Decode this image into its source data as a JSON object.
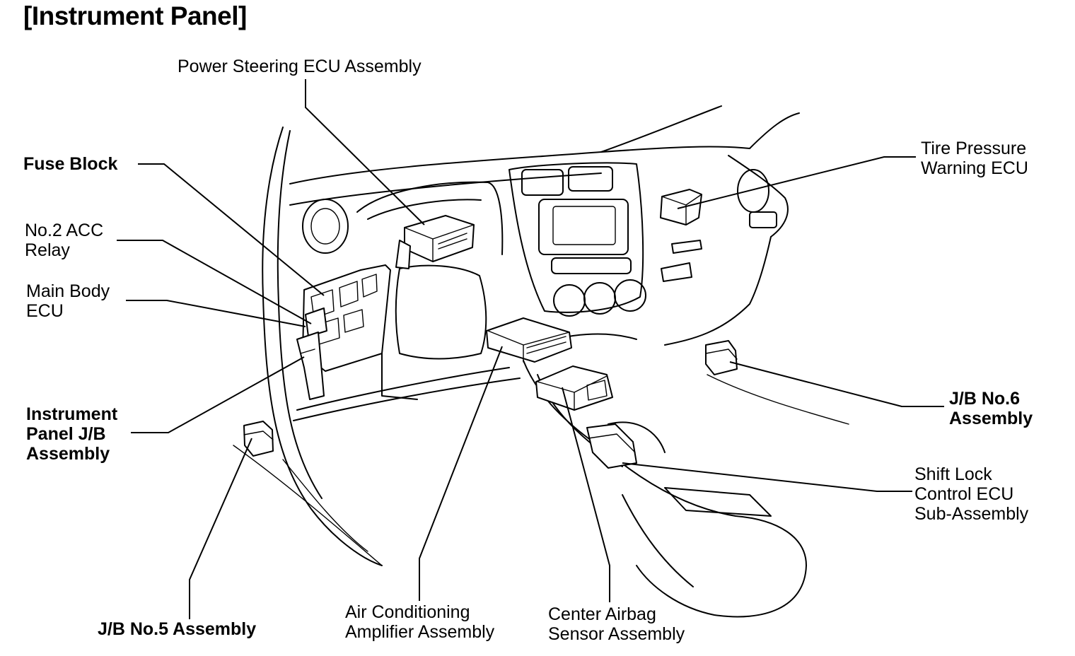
{
  "title": "[Instrument Panel]",
  "labels": {
    "power_steering": [
      "Power Steering ECU Assembly"
    ],
    "fuse_block": [
      "Fuse Block"
    ],
    "acc_relay": [
      "No.2 ACC",
      "Relay"
    ],
    "main_body_ecu": [
      "Main Body",
      "ECU"
    ],
    "instrument_panel_jb": [
      "Instrument",
      "Panel J/B",
      "Assembly"
    ],
    "jb5": [
      "J/B No.5 Assembly"
    ],
    "air_conditioning": [
      "Air Conditioning",
      "Amplifier Assembly"
    ],
    "center_airbag": [
      "Center Airbag",
      "Sensor Assembly"
    ],
    "tire_pressure": [
      "Tire Pressure",
      "Warning ECU"
    ],
    "jb6": [
      "J/B No.6",
      "Assembly"
    ],
    "shift_lock": [
      "Shift Lock",
      "Control ECU",
      "Sub-Assembly"
    ]
  }
}
